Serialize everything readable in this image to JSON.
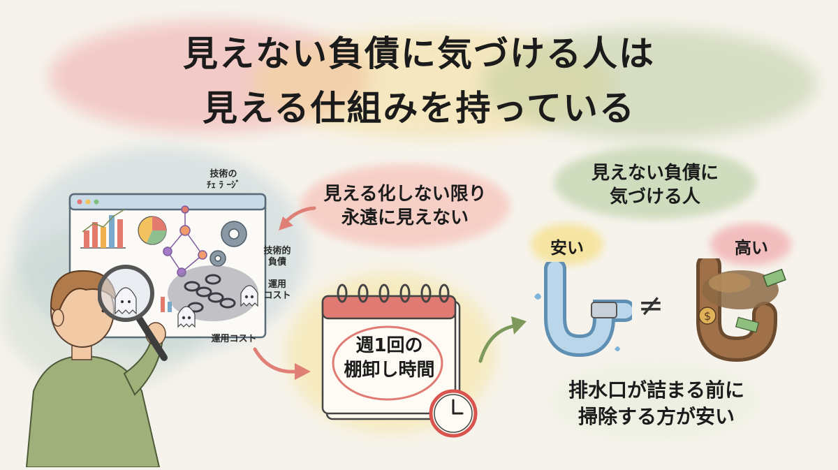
{
  "title": {
    "line1": "見えない負債に気づける人は",
    "line2": "見える仕組みを持っている"
  },
  "dashboard": {
    "annotation_top_line1": "技術の",
    "annotation_top_line2": "ﾁｪ ﾗ ｰｼﾞ",
    "annotation_debt_line1": "技術的",
    "annotation_debt_line2": "負債",
    "annotation_ops_line1": "運用",
    "annotation_ops_line2": "コスト",
    "annotation_bottom": "運用コスト"
  },
  "bubble_visualize": {
    "line1": "見える化しない限り",
    "line2": "永遠に見えない"
  },
  "bubble_people": {
    "line1": "見えない負債に",
    "line2": "気づける人"
  },
  "calendar": {
    "line1": "週1回の",
    "line2": "棚卸し時間"
  },
  "cheap_label": "安い",
  "expensive_label": "高い",
  "not_equal_symbol": "≠",
  "drain_caption": {
    "line1": "排水口が詰まる前に",
    "line2": "掃除する方が安い"
  },
  "colors": {
    "accent_red": "#d9534f",
    "bubble_pink": "#f3c8c8",
    "bubble_yellow": "#f6e39a",
    "bubble_green": "#c9d8b6",
    "pipe_blue": "#8fb7d4",
    "rust": "#8a5a35"
  },
  "icons": [
    "magnifier-icon",
    "ghost-icon",
    "gear-icon",
    "chain-icon",
    "calendar-icon",
    "clock-icon",
    "pipe-icon",
    "dollar-icon"
  ]
}
